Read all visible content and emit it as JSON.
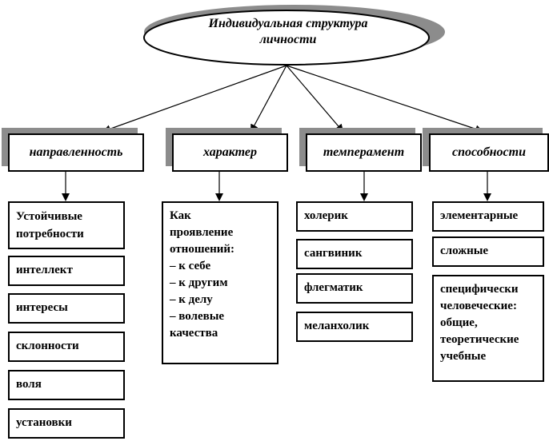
{
  "root": {
    "line1": "Индивидуальная структура",
    "line2": "личности"
  },
  "columns": [
    {
      "header": "направленность",
      "items": [
        "Устойчивые потребности",
        "интеллект",
        "интересы",
        "склонности",
        "воля",
        "установки"
      ]
    },
    {
      "header": "характер",
      "lines": [
        "Как",
        "проявление",
        "отношений:",
        "– к себе",
        "– к другим",
        "– к делу",
        "– волевые",
        "качества"
      ]
    },
    {
      "header": "темперамент",
      "items": [
        "холерик",
        "сангвиник",
        "флегматик",
        "меланхолик"
      ]
    },
    {
      "header": "способности",
      "items": [
        "элементарные",
        "сложные"
      ],
      "lines": [
        "специфически",
        "человеческие:",
        "общие,",
        "теоретические",
        "учебные"
      ]
    }
  ]
}
